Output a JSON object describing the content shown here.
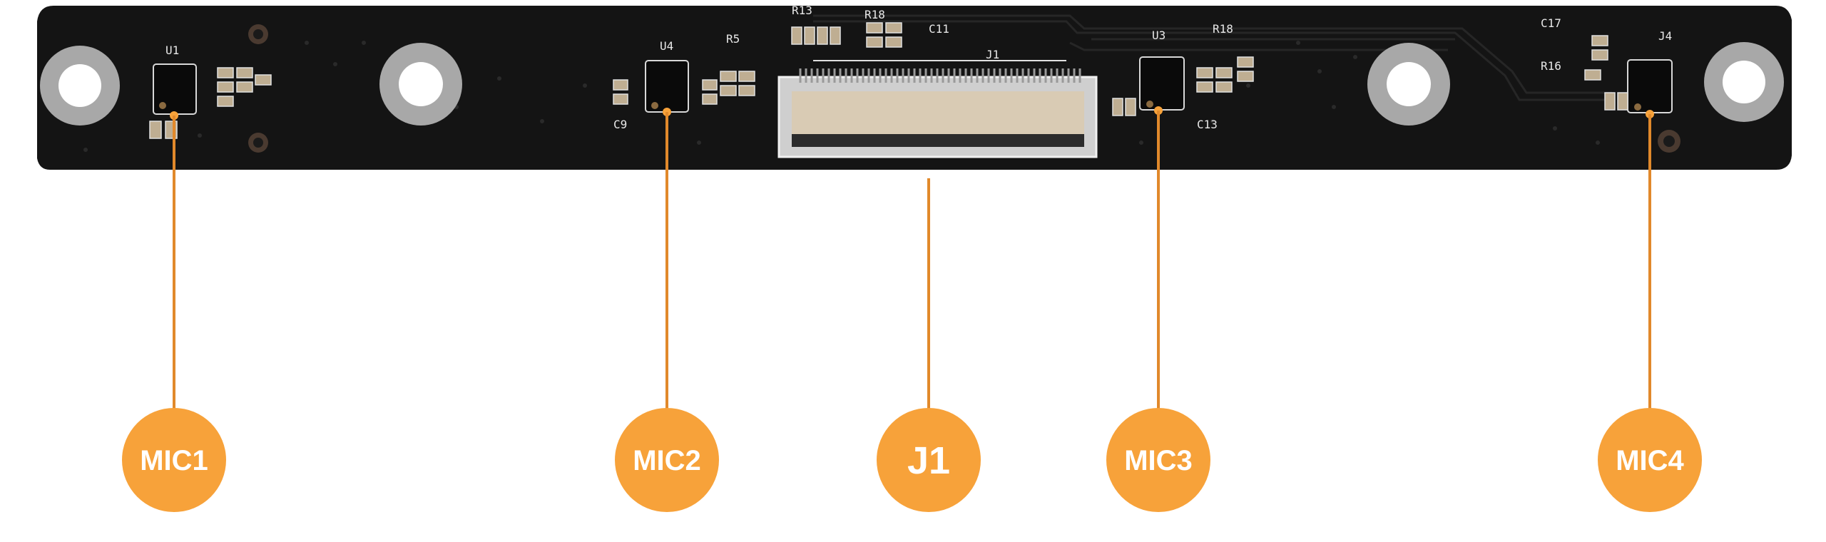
{
  "accent_color": "#F7A23A",
  "line_color": "#E1892B",
  "board_color": "#141414",
  "callouts": [
    {
      "id": "mic1",
      "label": "MIC1"
    },
    {
      "id": "mic2",
      "label": "MIC2"
    },
    {
      "id": "j1",
      "label": "J1"
    },
    {
      "id": "mic3",
      "label": "MIC3"
    },
    {
      "id": "mic4",
      "label": "MIC4"
    }
  ],
  "silkscreen": {
    "u1": "U1",
    "u4": "U4",
    "u3": "U3",
    "j4": "J4",
    "j1": "J1",
    "r18a": "R18",
    "c11": "C11",
    "r16": "R16",
    "r18b": "R18",
    "c17": "C17",
    "c13": "C13",
    "r13": "R13",
    "r5": "R5",
    "c9": "C9"
  }
}
